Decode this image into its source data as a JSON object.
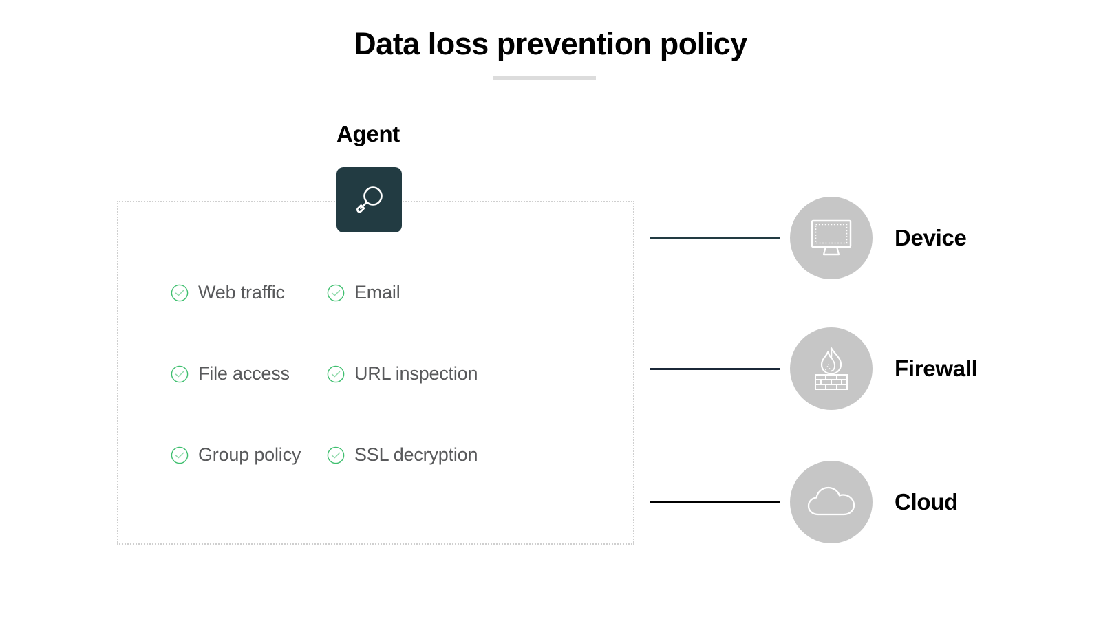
{
  "title": "Data loss prevention policy",
  "colors": {
    "agent_tile": "#223B42",
    "connector_device": "#223B42",
    "connector_firewall": "#1B2838",
    "connector_cloud": "#000000",
    "node_circle": "#C6C6C6",
    "check_green": "#3FBF6F",
    "check_text": "#58595B",
    "panel_border": "#CFCFCF",
    "title_rule": "#DCDCDC"
  },
  "agent": {
    "label": "Agent",
    "icon": "magnifying-glass-icon",
    "capabilities": [
      {
        "label": "Web traffic",
        "icon": "check-circle-icon",
        "enabled": true
      },
      {
        "label": "Email",
        "icon": "check-circle-icon",
        "enabled": true
      },
      {
        "label": "File access",
        "icon": "check-circle-icon",
        "enabled": true
      },
      {
        "label": "URL inspection",
        "icon": "check-circle-icon",
        "enabled": true
      },
      {
        "label": "Group policy",
        "icon": "check-circle-icon",
        "enabled": true
      },
      {
        "label": "SSL decryption",
        "icon": "check-circle-icon",
        "enabled": true
      }
    ]
  },
  "nodes": [
    {
      "label": "Device",
      "icon": "monitor-icon",
      "connector_color": "#223B42"
    },
    {
      "label": "Firewall",
      "icon": "firewall-icon",
      "connector_color": "#1B2838"
    },
    {
      "label": "Cloud",
      "icon": "cloud-icon",
      "connector_color": "#000000"
    }
  ]
}
